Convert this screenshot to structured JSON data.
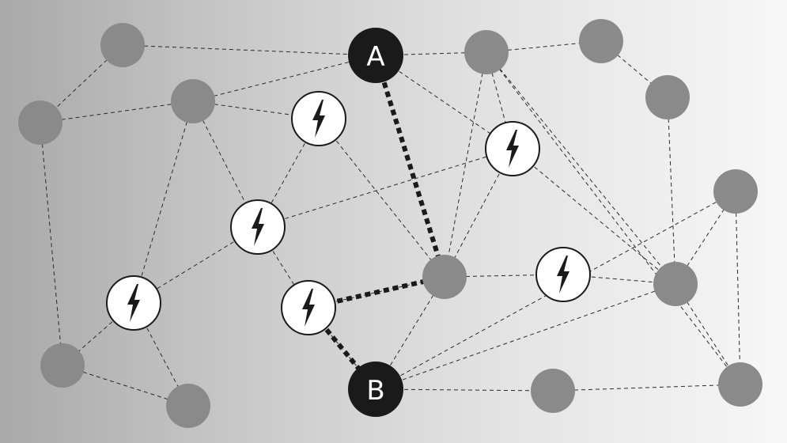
{
  "diagram": {
    "colors": {
      "background_left": "#a9a9a9",
      "background_right": "#f7f7f7",
      "node_gray": "#8a8a8a",
      "endpoint_fill": "#1a1a1a",
      "endpoint_text": "#ffffff",
      "hazard_fill": "#ffffff",
      "hazard_stroke": "#1a1a1a",
      "edge": "#2a2a2a",
      "path": "#1a1a1a"
    },
    "icon": "lightning-bolt-icon",
    "nodes": [
      {
        "id": "A",
        "kind": "endpoint",
        "label": "A"
      },
      {
        "id": "B",
        "kind": "endpoint",
        "label": "B"
      },
      {
        "id": "h1",
        "kind": "hazard"
      },
      {
        "id": "h2",
        "kind": "hazard"
      },
      {
        "id": "h3",
        "kind": "hazard"
      },
      {
        "id": "h4",
        "kind": "hazard"
      },
      {
        "id": "h5",
        "kind": "hazard"
      },
      {
        "id": "h6",
        "kind": "hazard"
      },
      {
        "id": "g1",
        "kind": "node"
      },
      {
        "id": "g2",
        "kind": "node"
      },
      {
        "id": "g3",
        "kind": "node"
      },
      {
        "id": "g4",
        "kind": "node"
      },
      {
        "id": "g5",
        "kind": "node"
      },
      {
        "id": "g6",
        "kind": "node"
      },
      {
        "id": "g7",
        "kind": "node"
      },
      {
        "id": "g8",
        "kind": "node"
      },
      {
        "id": "g9",
        "kind": "node"
      },
      {
        "id": "g10",
        "kind": "node"
      },
      {
        "id": "g11",
        "kind": "node"
      },
      {
        "id": "g12",
        "kind": "node"
      },
      {
        "id": "g13",
        "kind": "node"
      }
    ],
    "edges": [
      [
        "g1",
        "A"
      ],
      [
        "g1",
        "g2"
      ],
      [
        "g2",
        "g3"
      ],
      [
        "g2",
        "g12"
      ],
      [
        "g3",
        "A"
      ],
      [
        "g3",
        "h1"
      ],
      [
        "g3",
        "h2"
      ],
      [
        "g3",
        "h3"
      ],
      [
        "h1",
        "h2"
      ],
      [
        "h1",
        "g6"
      ],
      [
        "A",
        "g4"
      ],
      [
        "A",
        "h5"
      ],
      [
        "g4",
        "g5"
      ],
      [
        "g4",
        "g9"
      ],
      [
        "g4",
        "h5"
      ],
      [
        "g4",
        "g6"
      ],
      [
        "g4",
        "g8"
      ],
      [
        "g5",
        "g7"
      ],
      [
        "g7",
        "g8"
      ],
      [
        "g8",
        "g9"
      ],
      [
        "g8",
        "g10"
      ],
      [
        "h2",
        "h3"
      ],
      [
        "h2",
        "h4"
      ],
      [
        "h2",
        "h5"
      ],
      [
        "h3",
        "g12"
      ],
      [
        "h3",
        "g13"
      ],
      [
        "h4",
        "g6"
      ],
      [
        "h4",
        "B"
      ],
      [
        "h5",
        "g6"
      ],
      [
        "h5",
        "g8"
      ],
      [
        "g6",
        "h6"
      ],
      [
        "g6",
        "B"
      ],
      [
        "h6",
        "g8"
      ],
      [
        "B",
        "g11"
      ],
      [
        "B",
        "g8"
      ],
      [
        "B",
        "g10"
      ],
      [
        "g10",
        "g9"
      ],
      [
        "g11",
        "g9"
      ],
      [
        "g12",
        "g13"
      ]
    ],
    "highlighted_path": [
      [
        "A",
        "g6"
      ],
      [
        "g6",
        "h4"
      ],
      [
        "h4",
        "B"
      ]
    ]
  }
}
